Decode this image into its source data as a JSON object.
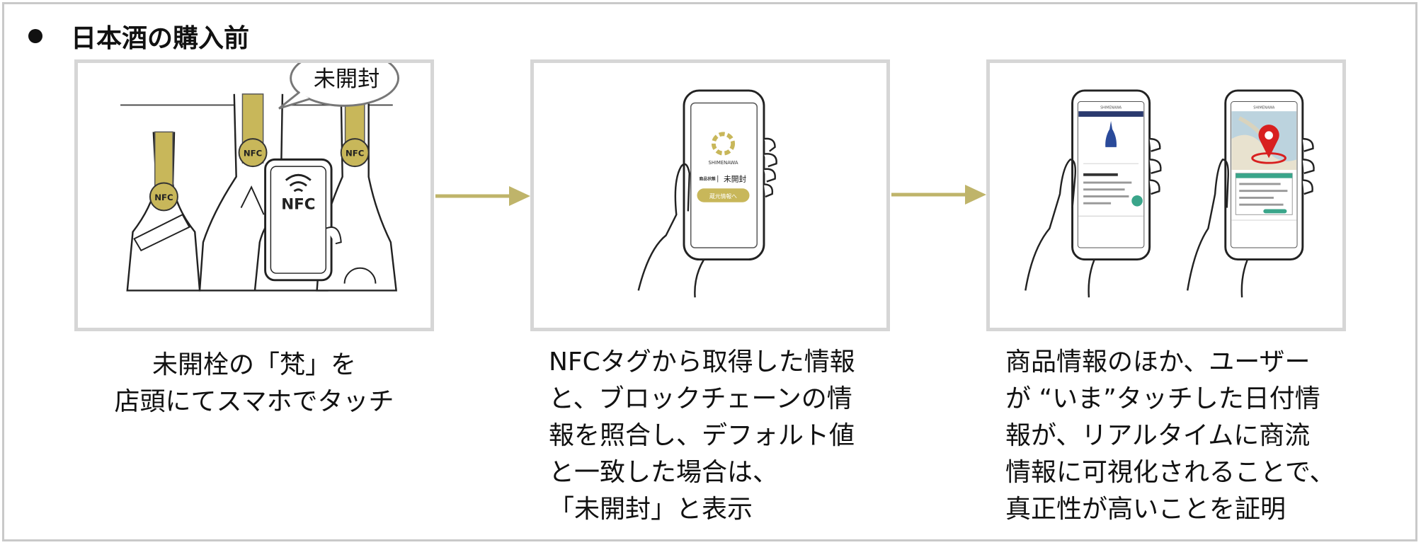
{
  "heading": "日本酒の購入前",
  "panel1": {
    "speech": "未開封",
    "tag": "NFC",
    "phone_label": "NFC"
  },
  "panel2": {
    "brand": "SHIMENAWA",
    "status_key": "商品状態",
    "status_value": "未開封",
    "button": "蔵元情報へ"
  },
  "panel3": {
    "brand_left": "SHIMENAWA",
    "brand_right": "SHIMENAWA"
  },
  "captions": {
    "c1": [
      "未開栓の「梵」を",
      "店頭にてスマホでタッチ"
    ],
    "c2": [
      "NFCタグから取得した情報",
      "と、ブロックチェーンの情",
      "報を照合し、デフォルト値",
      "と一致した場合は、",
      "「未開封」と表示"
    ],
    "c3": [
      "商品情報のほか、ユーザー",
      "が “いま”タッチした日付情",
      "報が、リアルタイムに商流",
      "情報に可視化されることで、",
      "真正性が高いことを証明"
    ]
  },
  "colors": {
    "gold": "#c8b75a",
    "arrow": "#bfb46a",
    "border": "#d6d6d6",
    "line": "#222222"
  }
}
